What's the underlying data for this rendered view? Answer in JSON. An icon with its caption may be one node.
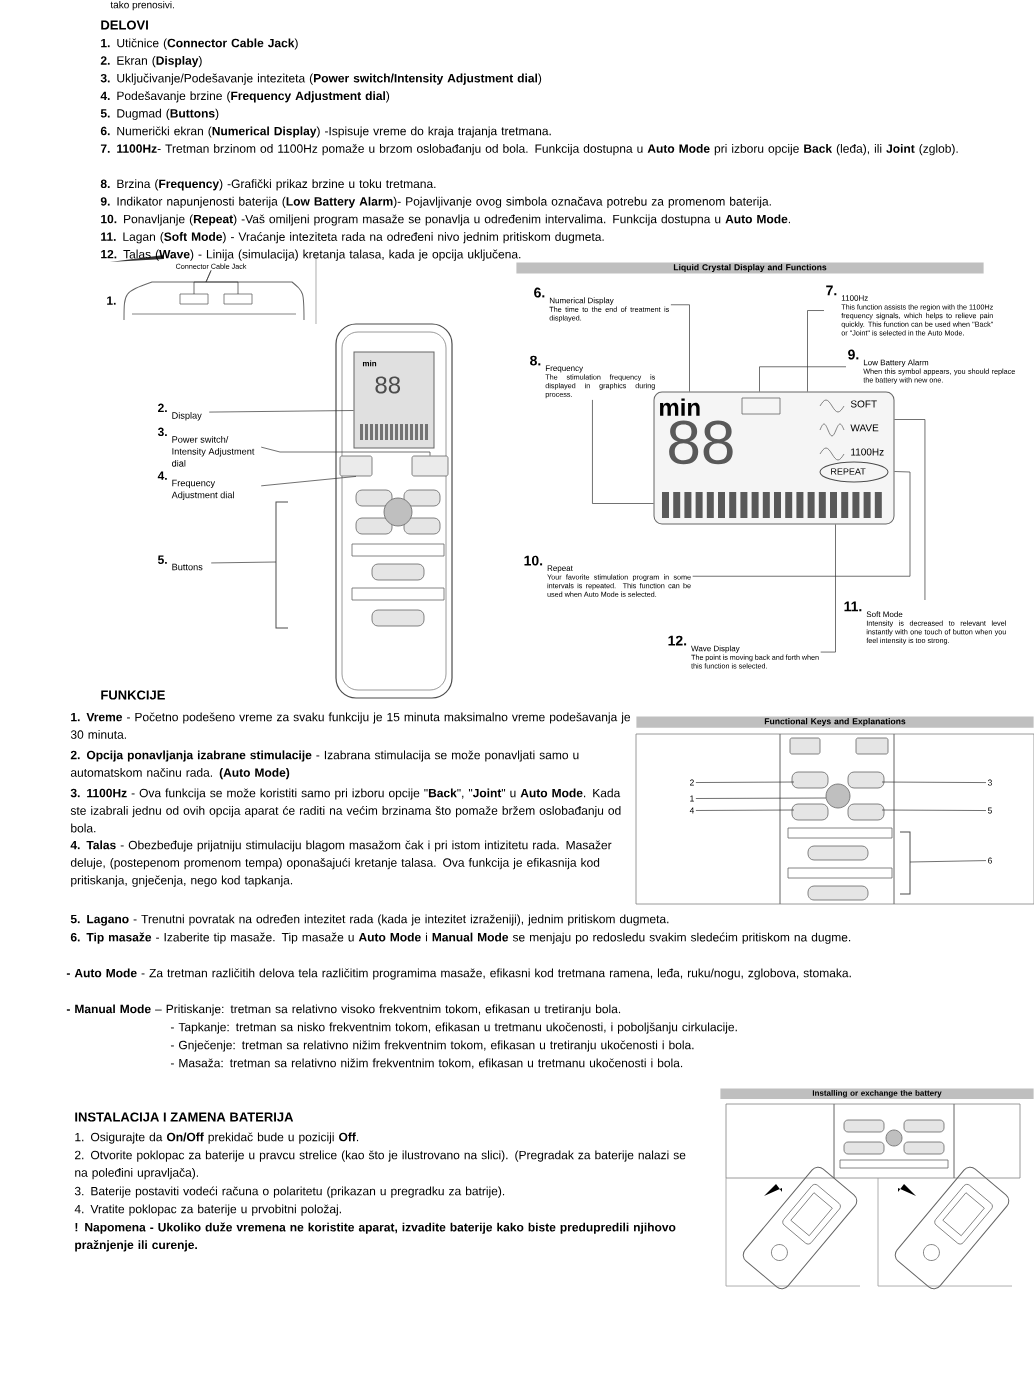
{
  "diagram": {
    "nodes": [
      {
        "text": [
          "Connector Cable Jack"
        ]
      },
      {
        "text": [
          "2.",
          "Display"
        ]
      },
      {
        "text": [
          "3.",
          "Power switch/ Intensity Adjustment dial"
        ]
      },
      {
        "text": [
          "4.",
          "Frequency Adjustment dial"
        ]
      },
      {
        "text": [
          "5.",
          "Buttons"
        ]
      },
      {
        "text": [
          "6.",
          "Numerical Display",
          "The time to the end of treatment is displayed."
        ]
      },
      {
        "text": [
          "7.",
          "1100Hz",
          "This function assists the region with the 1100Hz frequency signals, which helps to relieve pain quickly. This function can be used when \"Back\" or \"Joint\" is selected in the Auto Mode."
        ]
      },
      {
        "text": [
          "8.",
          "Frequency",
          "The stimulation frequency is displayed in graphics during process."
        ]
      },
      {
        "text": [
          "9.",
          "Low Battery Alarm",
          "When this symbol appears, you should replace the battery with new one."
        ]
      },
      {
        "text": [
          "10.",
          "Repeat",
          "Your favorite stimulation program in some intervals is repeated. This function can be used when Auto Mode is selected."
        ]
      },
      {
        "text": [
          "11.",
          "Soft Mode",
          "Intensity is decreased to relevant level instantly with one touch of button when you feel intensity is too strong."
        ]
      },
      {
        "text": [
          "12.",
          "Wave Display",
          "The point is moving back and forth when this function is selected."
        ]
      },
      {
        "text": [
          "2"
        ]
      },
      {
        "text": [
          "3"
        ]
      },
      {
        "text": [
          "1"
        ]
      },
      {
        "text": [
          "4"
        ]
      },
      {
        "text": [
          "5"
        ]
      },
      {
        "text": [
          "6"
        ]
      },
      {
        "text": [
          "min",
          "88"
        ]
      },
      {
        "text": [],
        "shape": "box"
      },
      {
        "text": [],
        "shape": "box"
      },
      {
        "text": [
          "min",
          "88",
          "SOFT",
          "WAVE",
          "1100Hz",
          "REPEAT"
        ]
      }
    ],
    "edges": [
      {
        "from": 0,
        "to": null,
        "arrow": "none"
      },
      {
        "from": 0,
        "to": null,
        "arrow": "none"
      },
      {
        "from": 1,
        "to": 18,
        "arrow": "none"
      },
      {
        "from": 2,
        "to": 20,
        "arrow": "none"
      },
      {
        "from": 3,
        "to": 19,
        "arrow": "none"
      },
      {
        "from": 4,
        "to": null,
        "arrow": "none"
      },
      {
        "from": 5,
        "to": 21,
        "arrow": "none"
      },
      {
        "from": 6,
        "to": 21,
        "arrow": "none"
      },
      {
        "from": 7,
        "to": 21,
        "arrow": "none"
      },
      {
        "from": 8,
        "to": 21,
        "arrow": "none"
      },
      {
        "from": 9,
        "to": 21,
        "arrow": "none"
      },
      {
        "from": 10,
        "to": 21,
        "arrow": "none"
      },
      {
        "from": 11,
        "to": 21,
        "arrow": "none"
      },
      {
        "from": 12,
        "to": null,
        "arrow": "none"
      },
      {
        "from": 13,
        "to": null,
        "arrow": "none"
      },
      {
        "from": 14,
        "to": null,
        "arrow": "none"
      },
      {
        "from": 15,
        "to": null,
        "arrow": "none"
      },
      {
        "from": 16,
        "to": null,
        "arrow": "none"
      },
      {
        "from": 17,
        "to": null,
        "arrow": "none"
      }
    ],
    "labels": [
      "tako prenosivi.",
      "DELOVI",
      "**1.** Utičnice (**Connector Cable Jack**)",
      "**2.** Ekran (**Display**)",
      "**3.** Uključivanje/Podešavanje inteziteta (**Power switch/Intensity Adjustment dial**)",
      "**4.** Podešavanje brzine (**Frequency Adjustment dial**)",
      "**5.** Dugmad (**Buttons**)",
      "**6.** Numerički ekran (**Numerical Display**) -Ispisuje vreme do kraja trajanja tretmana.",
      "**7. 1100Hz**- Tretman brzinom od 1100Hz pomaže u brzom oslobađanju od bola. Funkcija dostupna u **Auto Mode** pri izboru opcije **Back** (leđa), ili **Joint** (zglob).",
      "**8.** Brzina (**Frequency**) -Grafički prikaz brzine u toku tretmana.",
      "**9.** Indikator napunjenosti baterija (**Low Battery Alarm**)- Pojavljivanje ovog simbola označava potrebu za promenom baterija.",
      "**10.** Ponavljanje (**Repeat**) -Vaš omiljeni program masaže se ponavlja u određenim intervalima. Funkcija dostupna u **Auto Mode**.",
      "**11.** Lagan (**Soft Mode**) - Vraćanje inteziteta rada na određeni nivo jednim pritiskom dugmeta.",
      "**12.** Talas (**Wave**) - Linija (simulacija) kretanja talasa, kada je opcija uključena.",
      "1.",
      "Liquid Crystal Display and Functions",
      "FUNKCIJE",
      "**1. Vreme** - Početno podešeno vreme za svaku funkciju je 15 minuta maksimalno vreme podešavanja je 30 minuta.",
      "**2. Opcija ponavljanja izabrane stimulacije** - Izabrana stimulacija se može ponavljati samo u automatskom načinu rada. **(Auto Mode)**",
      "**3. 1100Hz** - Ova funkcija se može koristiti samo pri izboru opcije \"**Back**\", \"**Joint**\" u **Auto Mode**. Kada ste izabrali jednu od ovih opcija aparat će raditi na većim brzinama što pomaže bržem oslobađanju od bola.",
      "**4. Talas** - Obezbeđuje prijatniju stimulaciju blagom masažom čak i pri istom intizitetu rada. Masažer deluje, (postepenom promenom tempa) oponašajući kretanje talasa. Ova funkcija je efikasnija kod pritiskanja, gnječenja, nego kod tapkanja.",
      "**5. Lagano** - Trenutni povratak na određen intezitet rada (kada je intezitet izraženiji), jednim pritiskom dugmeta.",
      "**6. Tip masaže** - Izaberite tip masaže. Tip masaže u **Auto Mode** i **Manual Mode** se menjaju po redosledu svakim sledećim pritiskom na dugme.",
      "**- Auto Mode** - Za tretman različitih delova tela različitim programima masaže, efikasni kod tretmana ramena, leđa, ruku/nogu, zglobova, stomaka.",
      "**- Manual Mode** – Pritiskanje: tretman sa relativno visoko frekventnim tokom, efikasan u tretiranju bola.",
      "- Tapkanje: tretman sa nisko frekventnim tokom, efikasan u tretmanu ukočenosti, i poboljšanju cirkulacije.",
      "- Gnječenje: tretman sa relativno nižim frekventnim tokom, efikasan u tretiranju ukočenosti i bola.",
      "- Masaža: tretman sa relativno nižim frekventnim tokom, efikasan u tretmanu ukočenosti i bola.",
      "Functional Keys and Explanations",
      "INSTALACIJA I ZAMENA BATERIJA",
      "1. Osigurajte da **On/Off** prekidač bude u poziciji **Off**.",
      "2. Otvorite poklopac za baterije u pravcu strelice (kao što je ilustrovano na slici). (Pregradak za baterije nalazi se na poleđini upravljača).",
      "3. Baterije postaviti vodeći računa o polaritetu (prikazan u pregradku za batrije).",
      "4. Vratite poklopac za baterije u prvobitni položaj.",
      "! Napomena - Ukoliko duže vremena ne koristite aparat, izvadite baterije kako biste predupredili njihovo pražnjenje ili curenje.",
      "Installing or exchange the battery"
    ]
  }
}
